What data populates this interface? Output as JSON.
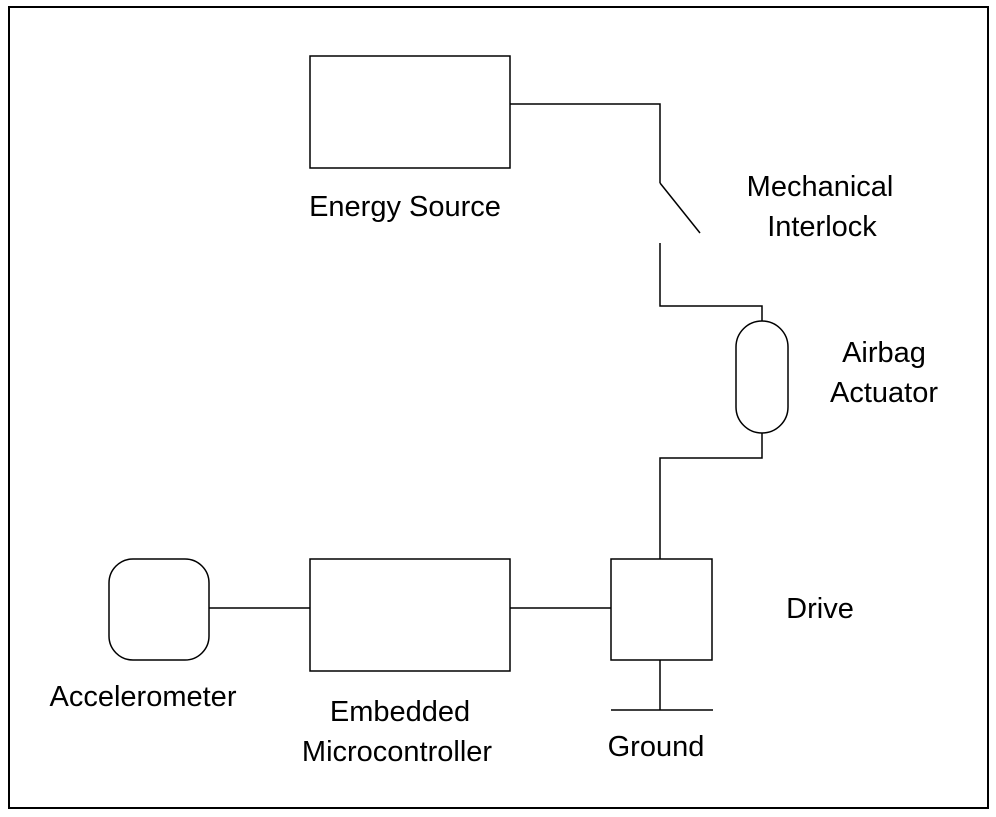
{
  "labels": {
    "energy_source": "Energy Source",
    "mechanical_interlock_line1": "Mechanical",
    "mechanical_interlock_line2": "Interlock",
    "airbag_actuator_line1": "Airbag",
    "airbag_actuator_line2": "Actuator",
    "drive": "Drive",
    "accelerometer": "Accelerometer",
    "embedded_microcontroller_line1": "Embedded",
    "embedded_microcontroller_line2": "Microcontroller",
    "ground": "Ground"
  }
}
